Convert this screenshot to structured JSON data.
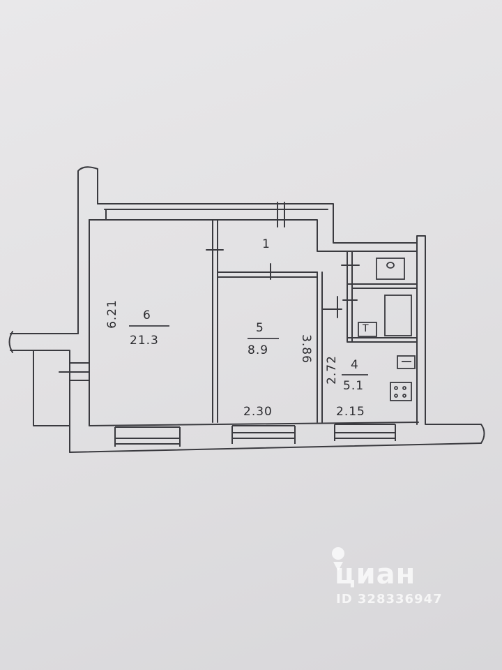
{
  "rooms": [
    {
      "number": "1",
      "area": ""
    },
    {
      "number": "6",
      "area": "21.3"
    },
    {
      "number": "5",
      "area": "8.9"
    },
    {
      "number": "4",
      "area": "5.1"
    }
  ],
  "dimensions": {
    "room6_height": "6.21",
    "room5_width": "2.30",
    "room5_height": "3.86",
    "room4_width": "2.15",
    "room4_height": "2.72"
  },
  "fixtures": {
    "toilet_tank_letter": "T"
  },
  "watermark": {
    "brand": "циан",
    "id": "ID 328336947"
  }
}
